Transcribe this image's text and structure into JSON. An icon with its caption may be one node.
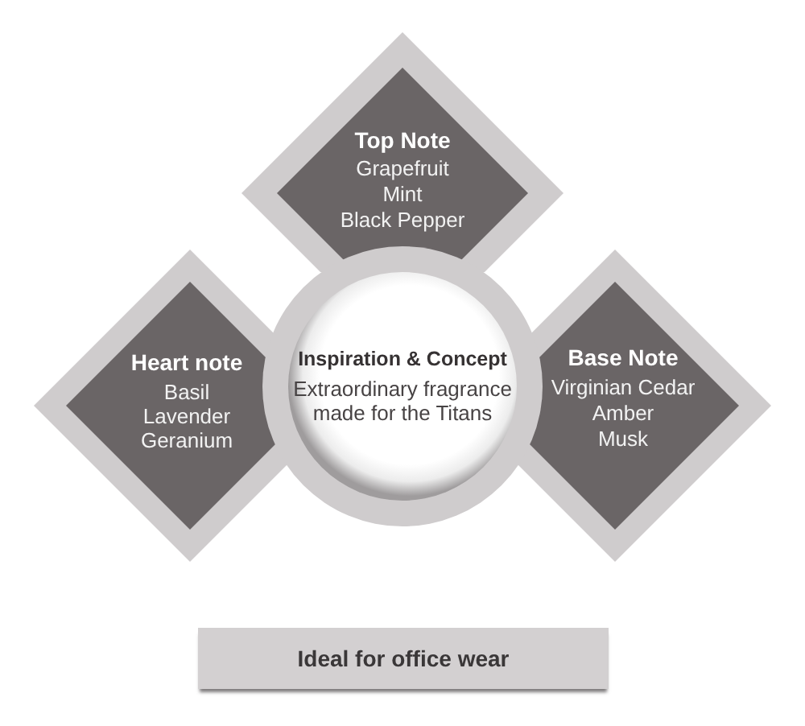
{
  "diagram": {
    "nodes": [
      {
        "text": [
          "Top Note",
          "Grapefruit",
          "Mint",
          "Black Pepper"
        ]
      },
      {
        "text": [
          "Heart note",
          "Basil",
          "Lavender",
          "Geranium"
        ]
      },
      {
        "text": [
          "Inspiration & Concept",
          "Extraordinary fragrance made for the Titans"
        ]
      },
      {
        "text": [
          "Base Note",
          "Virginian Cedar",
          "Amber",
          "Musk"
        ]
      },
      {
        "text": [
          "Ideal for office wear"
        ]
      }
    ]
  }
}
